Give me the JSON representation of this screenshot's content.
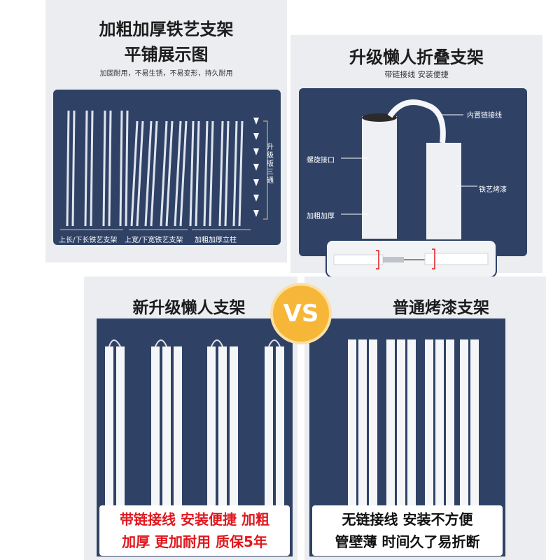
{
  "top_left": {
    "title_line1": "加粗加厚铁艺支架",
    "title_line2": "平铺展示图",
    "subtitle": "加固耐用，不易生锈，不易变形，持久耐用",
    "side_label": "升级版三通",
    "captions": [
      "上长/下长铁艺支架",
      "上宽/下宽铁艺支架",
      "加粗加厚立柱"
    ]
  },
  "top_right": {
    "title": "升级懒人折叠支架",
    "subtitle": "带链接线 安装便捷",
    "callouts": [
      "内置链接线",
      "螺旋接口",
      "铁艺烤漆",
      "加粗加厚"
    ]
  },
  "bottom_left": {
    "title": "新升级懒人支架",
    "text_line1": "带链接线 安装便捷 加粗",
    "text_line2": "加厚 更加耐用 质保5年"
  },
  "bottom_right": {
    "title": "普通烤漆支架",
    "text_line1": "无链接线 安装不方便",
    "text_line2": "管壁薄 时间久了易折断"
  },
  "vs_label": "VS",
  "colors": {
    "panel_dark": "#2f4266",
    "accent_red": "#e0181e",
    "vs_orange": "#f6b637"
  }
}
